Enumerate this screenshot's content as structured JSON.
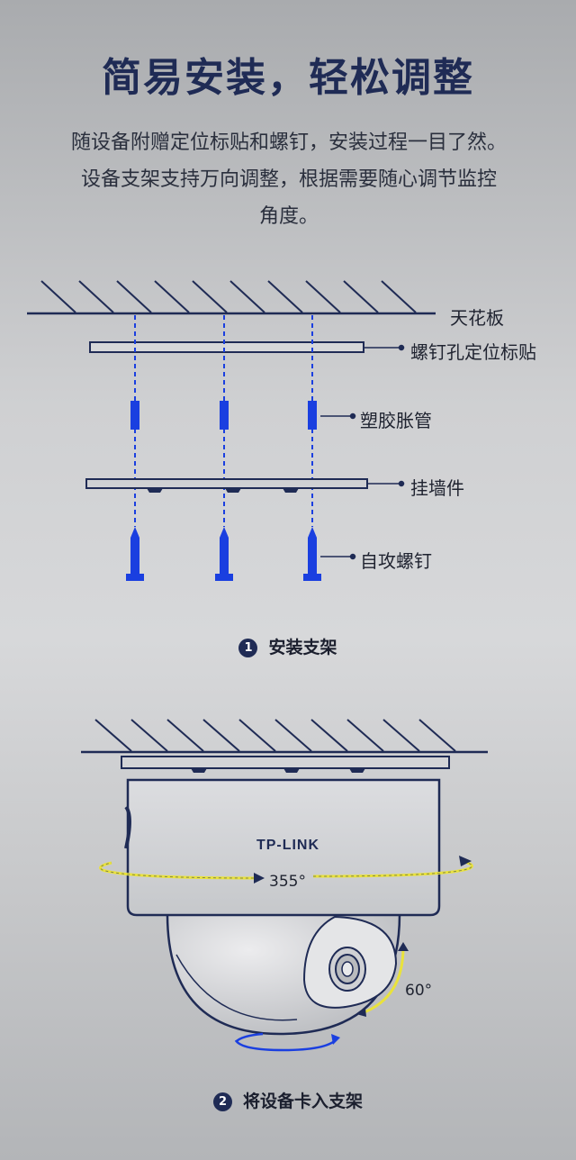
{
  "header": {
    "title": "简易安装，轻松调整",
    "desc_line1": "随设备附赠定位标贴和螺钉，安装过程一目了然。",
    "desc_line2": "设备支架支持万向调整，根据需要随心调节监控",
    "desc_line3": "角度。"
  },
  "diagram1": {
    "labels": {
      "ceiling": "天花板",
      "sticker": "螺钉孔定位标贴",
      "anchor": "塑胶胀管",
      "bracket": "挂墙件",
      "screw": "自攻螺钉"
    },
    "step_number": "1",
    "step_label": "安装支架"
  },
  "diagram2": {
    "brand": "TP-LINK",
    "pan_angle": "355°",
    "tilt_angle": "60°",
    "step_number": "2",
    "step_label": "将设备卡入支架"
  },
  "colors": {
    "navy": "#1f2b55",
    "accent_blue": "#1a3fe0",
    "arrow_yellow": "#e9e23c"
  }
}
